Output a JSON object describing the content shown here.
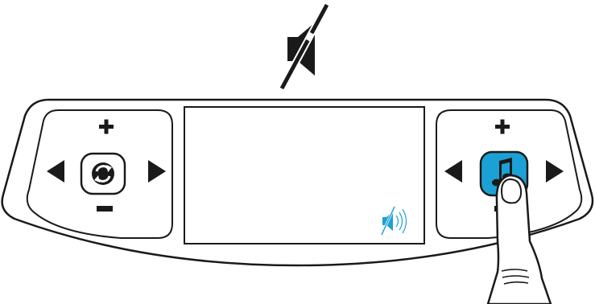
{
  "diagram": {
    "type": "steering-wheel control panel illustration",
    "state": "mute activated by pressing the music/source key",
    "colors": {
      "outline": "#1a1a1a",
      "highlight": "#1ba1d6",
      "screen_icon": "#1ba1d6",
      "background": "#ffffff"
    },
    "icons": {
      "top_indicator": "speaker-muted-icon",
      "screen_indicator": "speaker-muted-small-icon"
    },
    "left_pad": {
      "center_key": "refresh-icon",
      "up": "plus-icon",
      "down": "minus-icon",
      "left": "arrow-left-icon",
      "right": "arrow-right-icon"
    },
    "right_pad": {
      "center_key": "music-note-icon",
      "center_key_state": "pressed",
      "up": "plus-icon",
      "down": "minus-icon",
      "left": "arrow-left-icon",
      "right": "arrow-right-icon"
    },
    "hand": "finger-press-icon"
  }
}
